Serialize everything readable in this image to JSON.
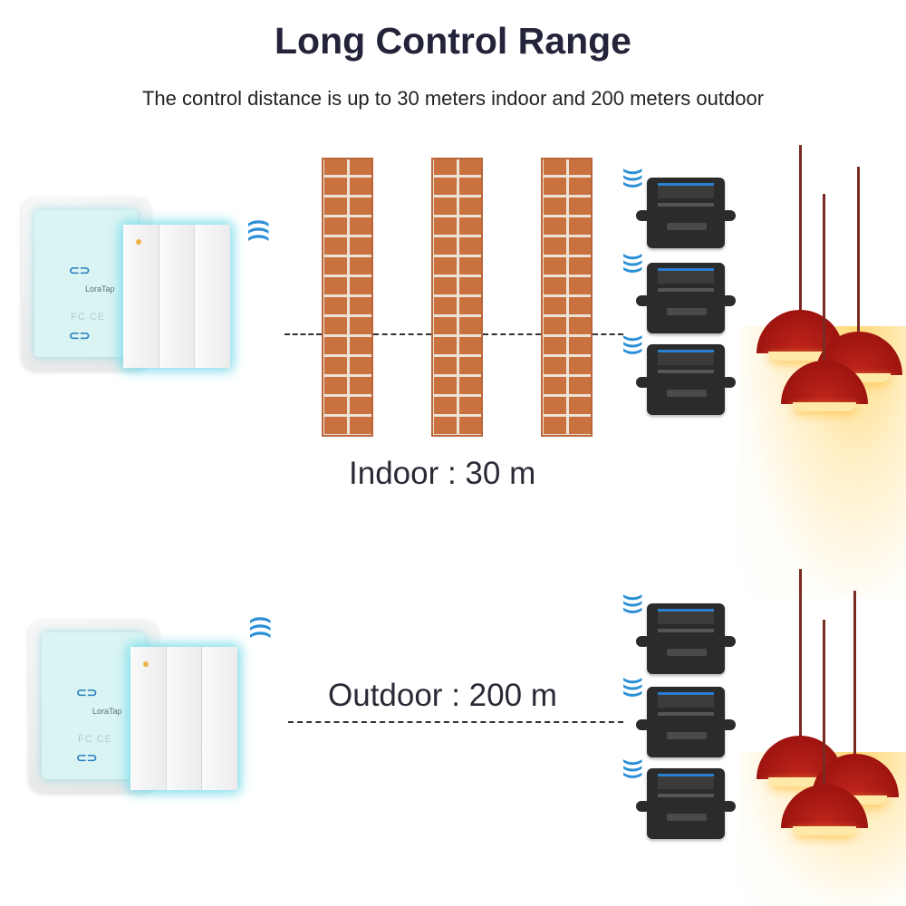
{
  "header": {
    "title": "Long Control Range",
    "subtitle": "The control distance is up to 30 meters indoor and 200 meters outdoor"
  },
  "indoor": {
    "label": "Indoor : 30 m"
  },
  "outdoor": {
    "label": "Outdoor : 200 m"
  },
  "switch": {
    "brand": "LoraTap",
    "cert": "FC CE"
  },
  "colors": {
    "brick": "#c9723f",
    "mortar": "#ece2d6",
    "signal": "#2b8fd6",
    "lamp_shade": "#b01c15",
    "glow": "#ffd66e",
    "switch_highlight": "#78dceb"
  }
}
